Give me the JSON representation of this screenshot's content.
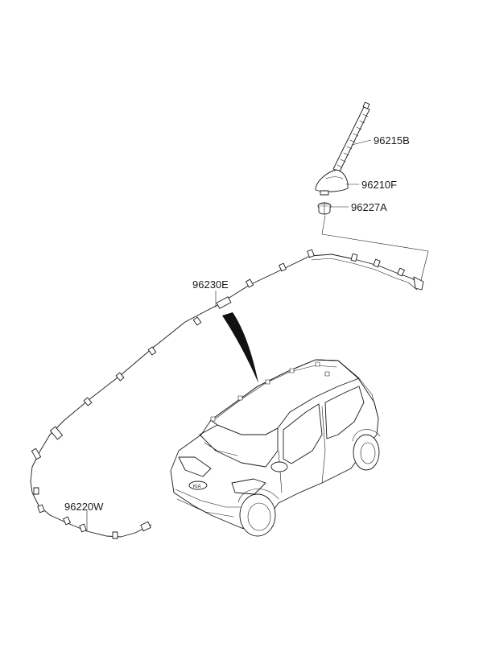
{
  "callouts": {
    "antenna_rod": "96215B",
    "antenna_base": "96210F",
    "antenna_nut": "96227A",
    "roof_feeder_cable": "96230E",
    "front_feeder_cable": "96220W"
  }
}
